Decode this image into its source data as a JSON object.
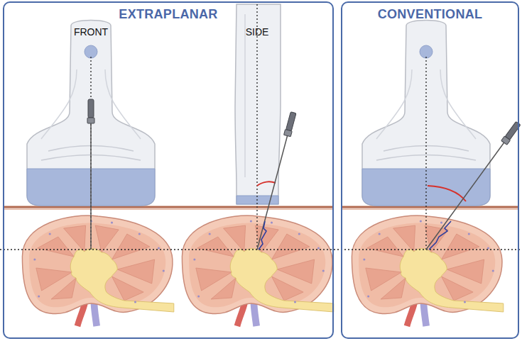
{
  "diagram": {
    "nodes": [
      {
        "text": [
          "EXTRAPLANAR"
        ]
      },
      {
        "text": [
          "CONVENTIONAL"
        ]
      }
    ],
    "labels": [
      "FRONT",
      "SIDE"
    ]
  }
}
